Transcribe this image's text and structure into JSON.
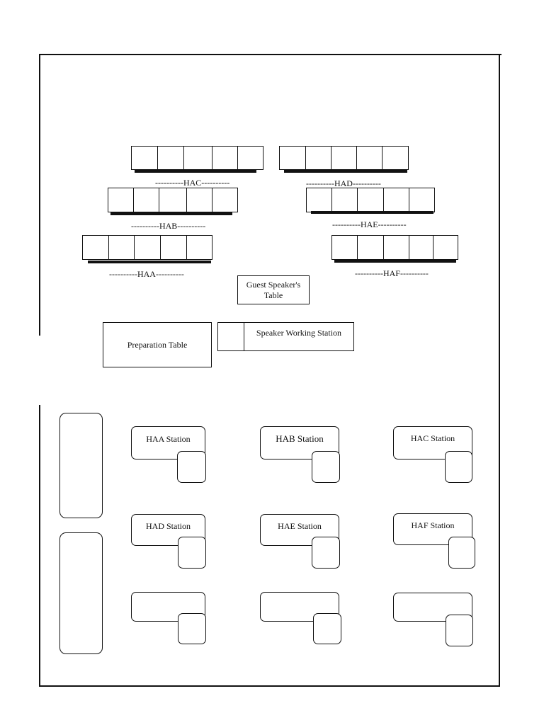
{
  "rows": [
    {
      "id": "hac",
      "label": "----------HAC----------"
    },
    {
      "id": "had",
      "label": "----------HAD----------"
    },
    {
      "id": "hab",
      "label": "----------HAB----------"
    },
    {
      "id": "hae",
      "label": "----------HAE----------"
    },
    {
      "id": "haa",
      "label": "----------HAA----------"
    },
    {
      "id": "haf",
      "label": "----------HAF----------"
    }
  ],
  "tables": {
    "guest_speaker": "Guest Speaker's Table",
    "preparation": "Preparation Table",
    "speaker_working": "Speaker Working Station"
  },
  "stations": [
    {
      "label": "HAA Station"
    },
    {
      "label": "HAB Station"
    },
    {
      "label": "HAC Station"
    },
    {
      "label": "HAD Station"
    },
    {
      "label": "HAE Station"
    },
    {
      "label": "HAF Station"
    },
    {
      "label": ""
    },
    {
      "label": ""
    },
    {
      "label": ""
    }
  ]
}
